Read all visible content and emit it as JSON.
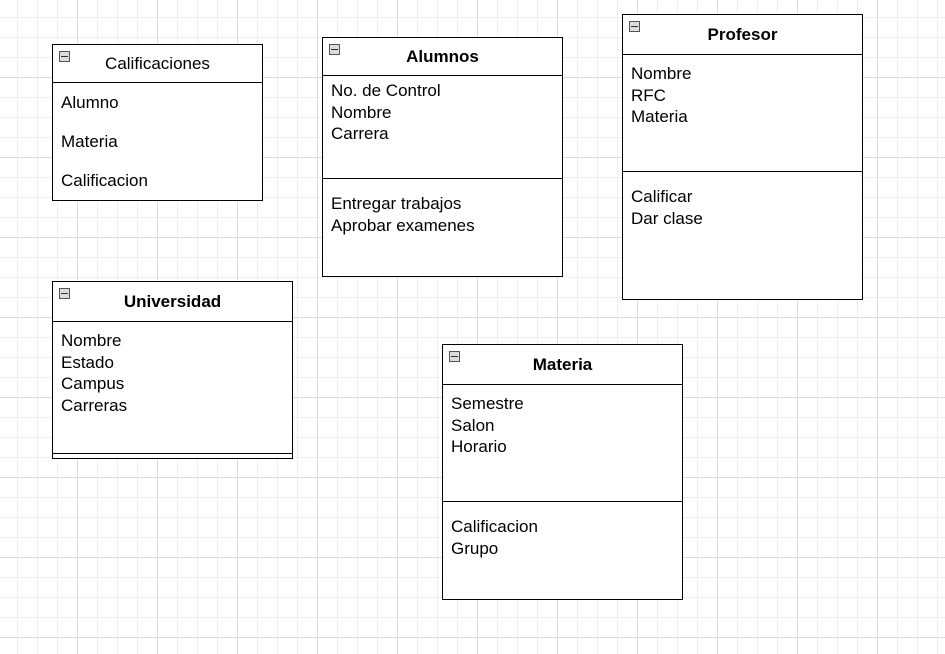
{
  "classes": {
    "calificaciones": {
      "title": "Calificaciones",
      "attributes": [
        "Alumno",
        "Materia",
        "Calificacion"
      ]
    },
    "alumnos": {
      "title": "Alumnos",
      "attributes": [
        "No. de Control",
        "Nombre",
        "Carrera"
      ],
      "methods": [
        "Entregar trabajos",
        "Aprobar examenes"
      ]
    },
    "profesor": {
      "title": "Profesor",
      "attributes": [
        "Nombre",
        "RFC",
        "Materia"
      ],
      "methods": [
        "Calificar",
        "Dar clase"
      ]
    },
    "universidad": {
      "title": "Universidad",
      "attributes": [
        "Nombre",
        "Estado",
        "Campus",
        "Carreras"
      ],
      "methods": []
    },
    "materia": {
      "title": "Materia",
      "attributes": [
        "Semestre",
        "Salon",
        "Horario"
      ],
      "methods": [
        "Calificacion",
        "Grupo"
      ]
    }
  }
}
